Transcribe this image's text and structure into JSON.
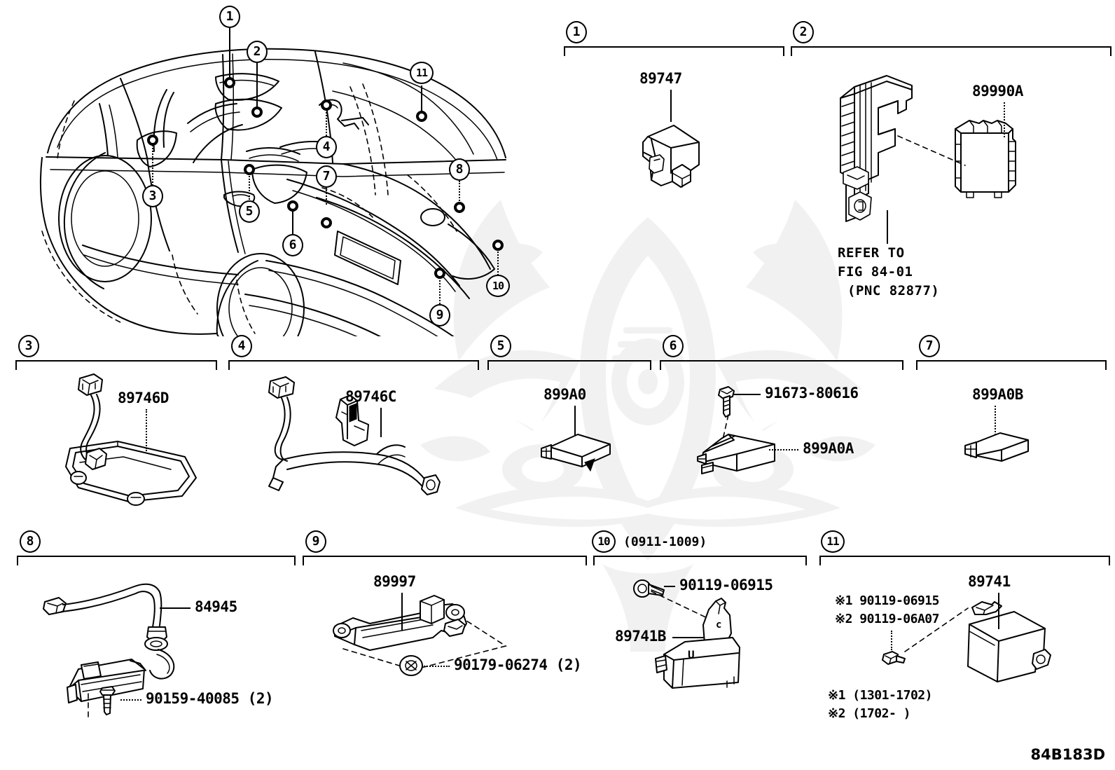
{
  "figure": {
    "code": "84B183D"
  },
  "vehicle_callouts": [
    {
      "id": "1",
      "label": "1"
    },
    {
      "id": "2",
      "label": "2"
    },
    {
      "id": "3",
      "label": "3"
    },
    {
      "id": "4",
      "label": "4"
    },
    {
      "id": "5",
      "label": "5"
    },
    {
      "id": "6",
      "label": "6"
    },
    {
      "id": "7",
      "label": "7"
    },
    {
      "id": "8",
      "label": "8"
    },
    {
      "id": "9",
      "label": "9"
    },
    {
      "id": "10",
      "label": "10"
    },
    {
      "id": "11",
      "label": "11"
    }
  ],
  "sections": [
    {
      "index": "1",
      "date_range": "",
      "parts": [
        {
          "number": "89747"
        }
      ],
      "notes": []
    },
    {
      "index": "2",
      "date_range": "",
      "parts": [
        {
          "number": "89990A"
        }
      ],
      "notes": [
        "REFER TO",
        "FIG 84-01",
        "(PNC 82877)"
      ]
    },
    {
      "index": "3",
      "date_range": "",
      "parts": [
        {
          "number": "89746D"
        }
      ],
      "notes": []
    },
    {
      "index": "4",
      "date_range": "",
      "parts": [
        {
          "number": "89746C"
        }
      ],
      "notes": []
    },
    {
      "index": "5",
      "date_range": "",
      "parts": [
        {
          "number": "899A0"
        }
      ],
      "notes": []
    },
    {
      "index": "6",
      "date_range": "",
      "parts": [
        {
          "number": "91673-80616"
        },
        {
          "number": "899A0A"
        }
      ],
      "notes": []
    },
    {
      "index": "7",
      "date_range": "",
      "parts": [
        {
          "number": "899A0B"
        }
      ],
      "notes": []
    },
    {
      "index": "8",
      "date_range": "",
      "parts": [
        {
          "number": "84945"
        },
        {
          "number": "90159-40085 (2)"
        }
      ],
      "notes": []
    },
    {
      "index": "9",
      "date_range": "",
      "parts": [
        {
          "number": "89997"
        },
        {
          "number": "90179-06274 (2)"
        }
      ],
      "notes": []
    },
    {
      "index": "10",
      "date_range": "(0911-1009)",
      "parts": [
        {
          "number": "90119-06915"
        },
        {
          "number": "89741B"
        }
      ],
      "notes": []
    },
    {
      "index": "11",
      "date_range": "",
      "parts": [
        {
          "number": "89741"
        },
        {
          "number": "※1 90119-06915"
        },
        {
          "number": "※2 90119-06A07"
        }
      ],
      "notes": [
        "※1 (1301-1702)",
        "※2 (1702-      )"
      ]
    }
  ],
  "colors": {
    "line": "#000000",
    "background": "#ffffff",
    "watermark": "#f1f1f1"
  }
}
